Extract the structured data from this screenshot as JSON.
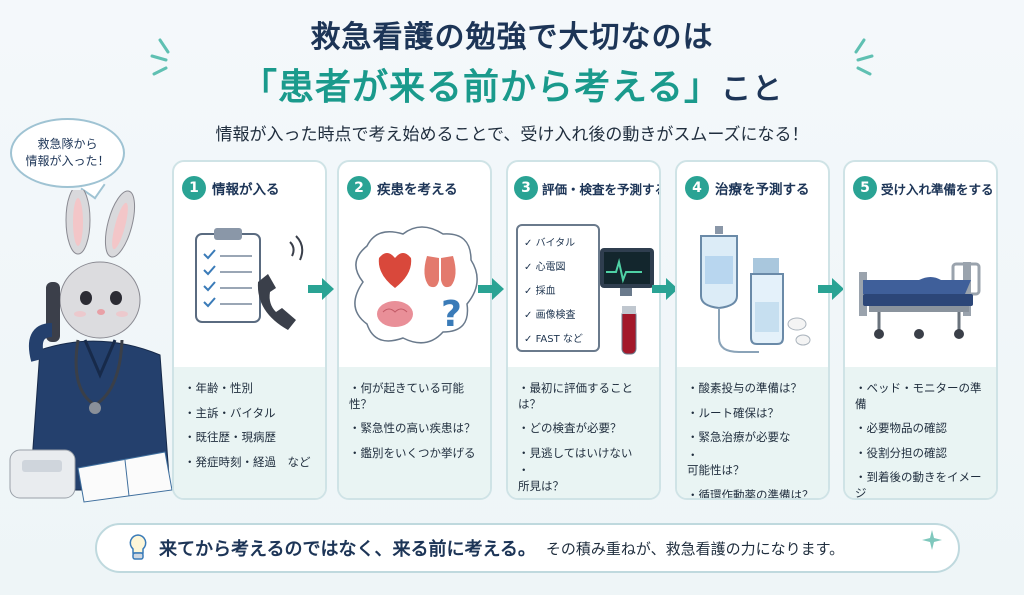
{
  "title": {
    "line1": "救急看護の勉強で大切なのは",
    "line2_highlight": "「患者が来る前から考える」",
    "line2_suffix": "こと"
  },
  "subtitle": "情報が入った時点で考え始めることで、受け入れ後の動きがスムーズになる！",
  "bubble": {
    "line1": "救急隊から",
    "line2": "情報が入った！"
  },
  "steps": [
    {
      "number": "1",
      "title": "情報が入る",
      "icon": "clipboard-and-phone",
      "items": [
        "年齢・性別",
        "主訴・バイタル",
        "既往歴・現病歴",
        "発症時刻・経過　など"
      ]
    },
    {
      "number": "2",
      "title": "疾患を考える",
      "icon": "organs-thought-cloud",
      "items": [
        "何が起きている可能性？",
        "緊急性の高い疾患は？",
        "鑑別をいくつか挙げる"
      ]
    },
    {
      "number": "3",
      "title": "評価・検査を予測する",
      "icon": "checklist-monitor",
      "checklist": [
        "バイタル",
        "心電図",
        "採血",
        "画像検査",
        "FAST など"
      ],
      "items": [
        "最初に評価することは？",
        "どの検査が必要？",
        "見逃してはいけない",
        "所見は？"
      ]
    },
    {
      "number": "4",
      "title": "治療を予測する",
      "icon": "iv-bag-vial",
      "items": [
        "酸素投与の準備は？",
        "ルート確保は？",
        "緊急治療が必要な",
        "可能性は？",
        "循環作動薬の準備は？"
      ]
    },
    {
      "number": "5",
      "title": "受け入れ準備をする",
      "icon": "stretcher-bed",
      "items": [
        "ベッド・モニターの準備",
        "必要物品の確認",
        "役割分担の確認",
        "到着後の動きをイメージ"
      ]
    }
  ],
  "footer": {
    "icon": "lightbulb-icon",
    "bold": "来てから考えるのではなく、来る前に考える。",
    "rest": "その積み重ねが、救急看護の力になります。"
  },
  "colors": {
    "accent": "#2aa394",
    "navy": "#1d3557",
    "panel": "#e9f4f3"
  }
}
